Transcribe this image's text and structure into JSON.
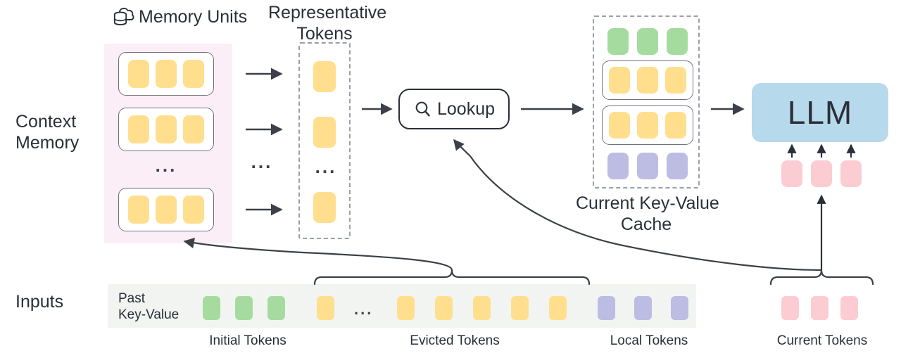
{
  "diagram": {
    "title": "Context Memory / LLM KV-cache lookup pipeline",
    "row_labels": {
      "context_memory": "Context\nMemory",
      "inputs": "Inputs"
    },
    "headers": {
      "memory_units": "Memory Units",
      "memory_units_icon": "cloud-database-icon",
      "representative_tokens": "Representative\nTokens",
      "kv_cache_caption": "Current Key-Value\nCache"
    },
    "lookup": {
      "label": "Lookup",
      "icon": "search-icon"
    },
    "llm": {
      "label": "LLM"
    },
    "inputs": {
      "past_key_value_label": "Past\nKey-Value",
      "ellipsis": "...",
      "group_labels": [
        "Initial Tokens",
        "Evicted Tokens",
        "Local Tokens",
        "Current Tokens"
      ],
      "sequence": [
        {
          "kind": "green"
        },
        {
          "kind": "green"
        },
        {
          "kind": "green"
        },
        {
          "kind": "yellow"
        },
        {
          "kind": "ellipsis"
        },
        {
          "kind": "yellow"
        },
        {
          "kind": "yellow"
        },
        {
          "kind": "yellow"
        },
        {
          "kind": "yellow"
        },
        {
          "kind": "yellow"
        },
        {
          "kind": "purple"
        },
        {
          "kind": "purple"
        },
        {
          "kind": "purple"
        }
      ],
      "current_tokens": [
        {
          "kind": "pink"
        },
        {
          "kind": "pink"
        },
        {
          "kind": "pink"
        }
      ]
    },
    "memory_panel": {
      "units": [
        {
          "chips": [
            "yellow",
            "yellow",
            "yellow"
          ]
        },
        {
          "chips": [
            "yellow",
            "yellow",
            "yellow"
          ]
        },
        {
          "chips": [
            "yellow",
            "yellow",
            "yellow"
          ]
        }
      ],
      "ellipsis": "..."
    },
    "representative_tokens": {
      "chips": [
        "yellow",
        "yellow",
        "yellow"
      ],
      "ellipsis": "..."
    },
    "column_ellipsis": "...",
    "kv_cache": {
      "rows": [
        {
          "boxed": false,
          "chips": [
            "green",
            "green",
            "green"
          ]
        },
        {
          "boxed": true,
          "chips": [
            "yellow",
            "yellow",
            "yellow"
          ]
        },
        {
          "boxed": true,
          "chips": [
            "yellow",
            "yellow",
            "yellow"
          ]
        },
        {
          "boxed": false,
          "chips": [
            "purple",
            "purple",
            "purple"
          ]
        }
      ]
    },
    "llm_input_tokens": [
      {
        "kind": "pink"
      },
      {
        "kind": "pink"
      },
      {
        "kind": "pink"
      }
    ],
    "colors": {
      "yellow": "#ffdf8e",
      "green": "#a6dba0",
      "purple": "#bdbce3",
      "pink": "#fbcdd2",
      "llm_blue": "#b6daec",
      "memory_panel_pink": "#fbeef6",
      "inputs_strip_gray": "#f2f4f2",
      "stroke": "#2b2f38",
      "dashed_stroke": "#9aa0a8",
      "text": "#2b2f38"
    }
  }
}
